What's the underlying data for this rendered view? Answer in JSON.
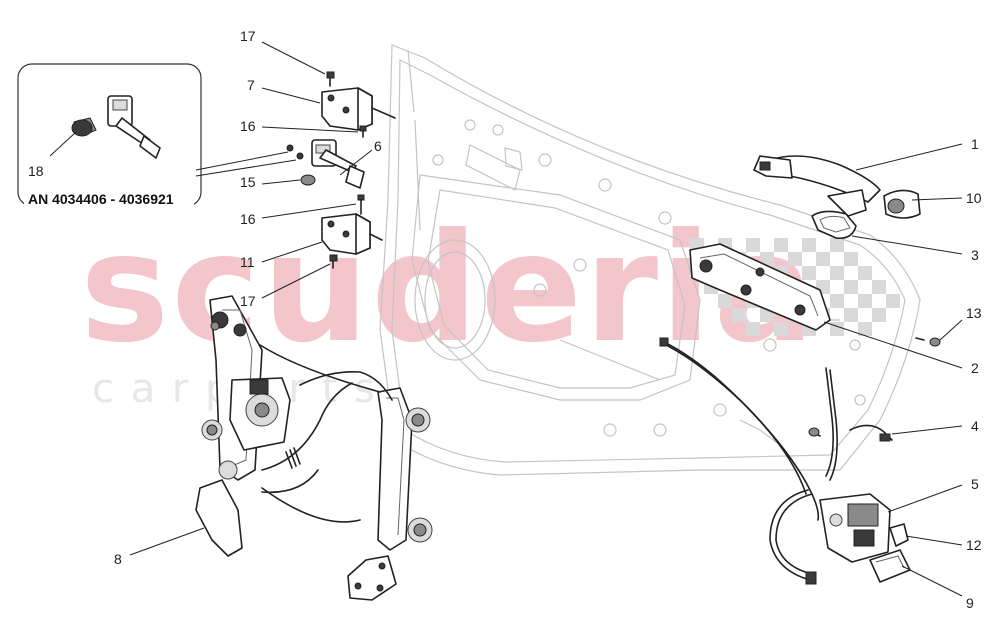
{
  "watermark": {
    "main": "scuderia",
    "sub": "c a r p a r t s"
  },
  "inset": {
    "range_label": "AN 4034406 - 4036921"
  },
  "callouts": [
    {
      "id": "c17a",
      "label": "17"
    },
    {
      "id": "c7",
      "label": "7"
    },
    {
      "id": "c16a",
      "label": "16"
    },
    {
      "id": "c6",
      "label": "6"
    },
    {
      "id": "c15",
      "label": "15"
    },
    {
      "id": "c18",
      "label": "18"
    },
    {
      "id": "c16b",
      "label": "16"
    },
    {
      "id": "c11",
      "label": "11"
    },
    {
      "id": "c17b",
      "label": "17"
    },
    {
      "id": "c8",
      "label": "8"
    },
    {
      "id": "c1",
      "label": "1"
    },
    {
      "id": "c10",
      "label": "10"
    },
    {
      "id": "c3",
      "label": "3"
    },
    {
      "id": "c13",
      "label": "13"
    },
    {
      "id": "c2",
      "label": "2"
    },
    {
      "id": "c4",
      "label": "4"
    },
    {
      "id": "c5",
      "label": "5"
    },
    {
      "id": "c12",
      "label": "12"
    },
    {
      "id": "c9",
      "label": "9"
    }
  ]
}
